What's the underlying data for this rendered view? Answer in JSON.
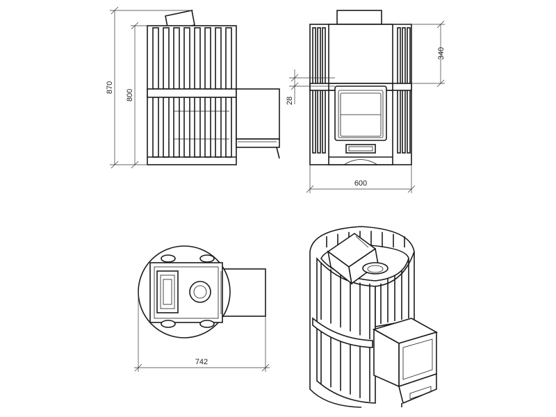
{
  "dimensions": {
    "total_height": "870",
    "body_height": "800",
    "width": "600",
    "top_offset": "340",
    "door_gap": "28",
    "depth": "742"
  },
  "colors": {
    "line": "#1a1a1a",
    "background": "#ffffff"
  }
}
